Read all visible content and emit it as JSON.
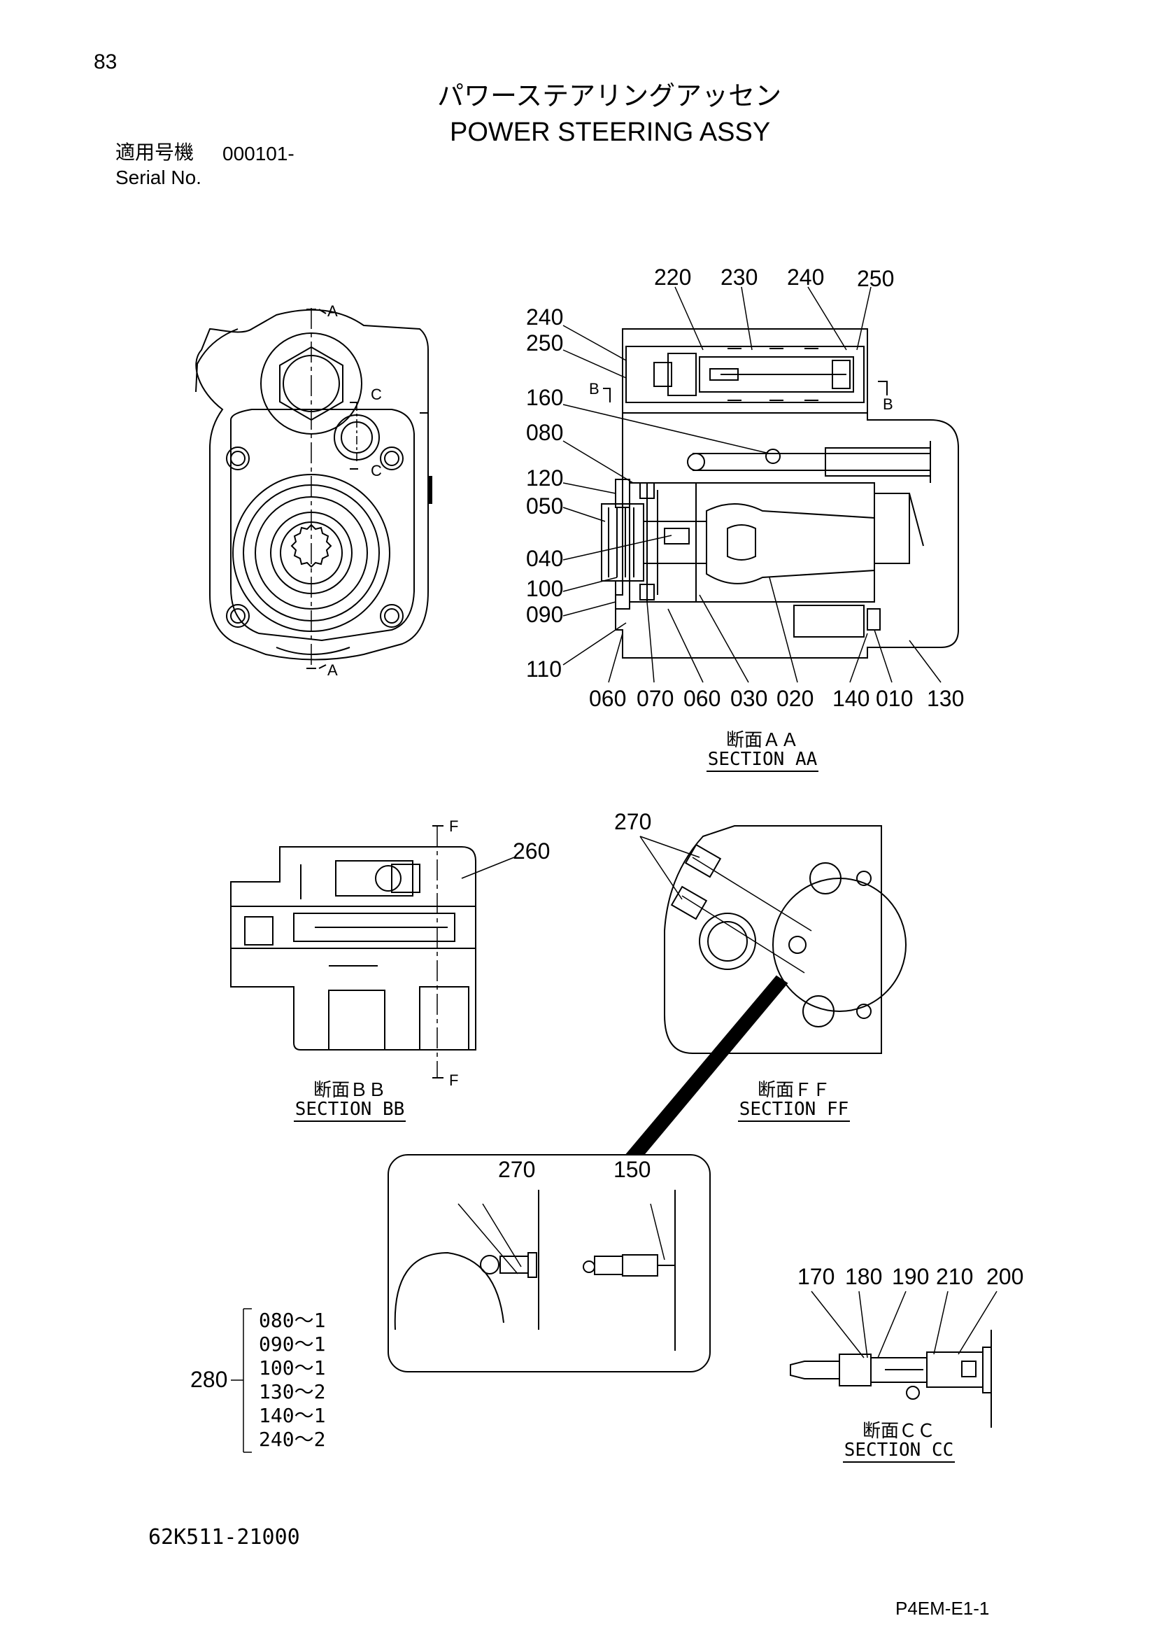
{
  "page": {
    "number": "83",
    "title_jp": "パワーステアリングアッセン",
    "title_en": "POWER STEERING ASSY",
    "serial_label_jp": "適用号機",
    "serial_value": "000101-",
    "serial_label_en": "Serial No.",
    "drawing_number": "62K511-21000",
    "page_code": "P4EM-E1-1"
  },
  "front_view": {
    "section_markers": [
      "A",
      "A",
      "C",
      "C"
    ]
  },
  "section_aa": {
    "label_jp": "断面ＡＡ",
    "label_en": "SECTION AA",
    "callouts_top": [
      "220",
      "230",
      "240",
      "250"
    ],
    "callouts_left": [
      "240",
      "250",
      "160",
      "080",
      "120",
      "050",
      "040",
      "100",
      "090",
      "110"
    ],
    "callouts_bottom": [
      "060",
      "070",
      "060",
      "030",
      "020",
      "140",
      "010",
      "130"
    ],
    "section_markers": [
      "B",
      "B"
    ]
  },
  "section_bb": {
    "label_jp": "断面ＢＢ",
    "label_en": "SECTION BB",
    "callouts": [
      "260"
    ],
    "section_markers": [
      "F",
      "F"
    ]
  },
  "section_ff": {
    "label_jp": "断面ＦＦ",
    "label_en": "SECTION FF",
    "callouts": [
      "270"
    ]
  },
  "detail": {
    "callouts": [
      "270",
      "150"
    ]
  },
  "section_cc": {
    "label_jp": "断面ＣＣ",
    "label_en": "SECTION CC",
    "callouts": [
      "170",
      "180",
      "190",
      "210",
      "200"
    ]
  },
  "kit": {
    "number": "280",
    "items": [
      "080～1",
      "090～1",
      "100～1",
      "130～2",
      "140～1",
      "240～2"
    ]
  }
}
